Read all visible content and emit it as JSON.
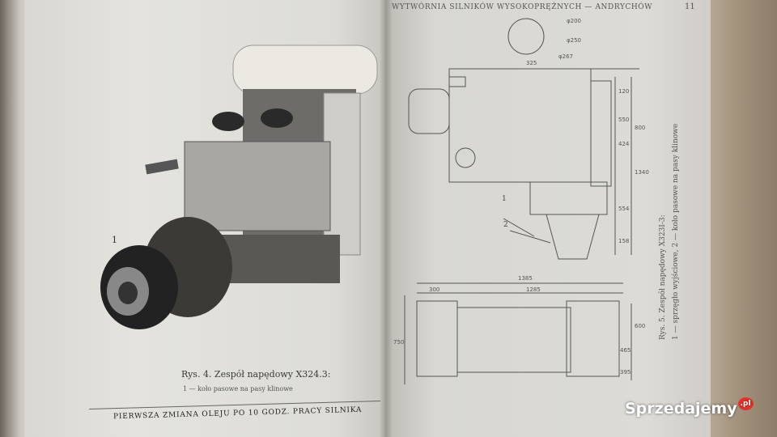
{
  "left_page": {
    "figure_caption": "Rys. 4. Zespół napędowy X324.3:",
    "figure_legend": "1 — koło pasowe na pasy klinowe",
    "callout": "1",
    "footer": "PIERWSZA ZMIANA OLEJU PO 10 GODZ. PRACY SILNIKA"
  },
  "right_page": {
    "header": "WYTWÓRNIA SILNIKÓW WYSOKOPRĘŻNYCH — ANDRYCHÓW",
    "page_number": "11",
    "figure_caption": "Rys. 5. Zespół napędowy X323I-3:",
    "figure_legend": "1 — sprzęgło wyjściowe, 2 — koło pasowe na pasy klinowe",
    "callouts": [
      "1",
      "2"
    ],
    "dimensions": {
      "top": "325",
      "d1": "120",
      "d2": "550",
      "d3": "424",
      "d4": "800",
      "d5": "1340",
      "d6": "554",
      "d7": "158",
      "w1": "1385",
      "w2": "1285",
      "w3": "300",
      "h1": "750",
      "h2": "465",
      "h3": "600",
      "h4": "395",
      "phi1": "φ200",
      "phi2": "φ250",
      "phi3": "φ267"
    }
  },
  "watermark": {
    "name": "Sprzedajemy",
    "tld": ".pl"
  }
}
